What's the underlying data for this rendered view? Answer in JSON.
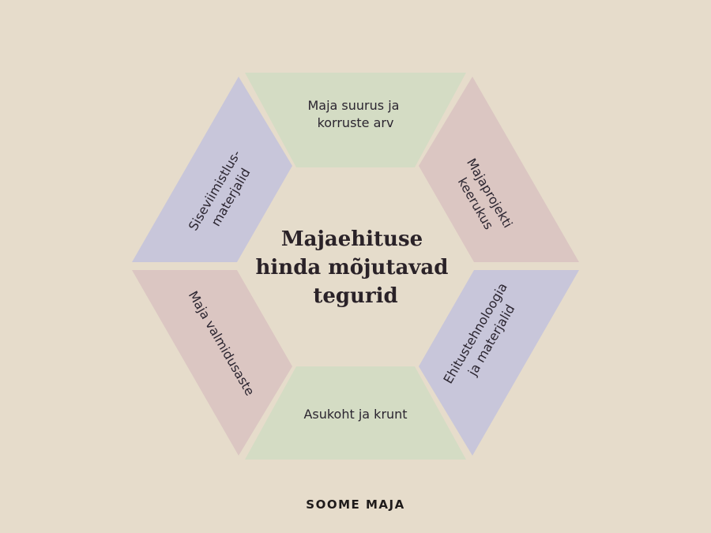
{
  "diagram": {
    "title_lines": [
      "Majaehituse",
      "hinda mõjutavad",
      "tegurid"
    ],
    "segments": [
      {
        "id": "top",
        "lines": [
          "Maja suurus ja",
          "korruste arv"
        ],
        "color": "#d4dcc4"
      },
      {
        "id": "upper-right",
        "lines": [
          "Majaprojekti",
          "keerukus"
        ],
        "color": "#dbc6c2"
      },
      {
        "id": "lower-right",
        "lines": [
          "Ehitustehnoloogia",
          "ja materjalid"
        ],
        "color": "#c8c6da"
      },
      {
        "id": "bottom",
        "lines": [
          "Asukoht ja krunt"
        ],
        "color": "#d4dcc4"
      },
      {
        "id": "lower-left",
        "lines": [
          "Maja valmidusaste"
        ],
        "color": "#dbc6c2"
      },
      {
        "id": "upper-left",
        "lines": [
          "Siseviimistlus-",
          "materjalid"
        ],
        "color": "#c8c6da"
      }
    ],
    "center_color": "#e5dccb"
  },
  "footer": {
    "brand": "SOOME MAJA"
  }
}
